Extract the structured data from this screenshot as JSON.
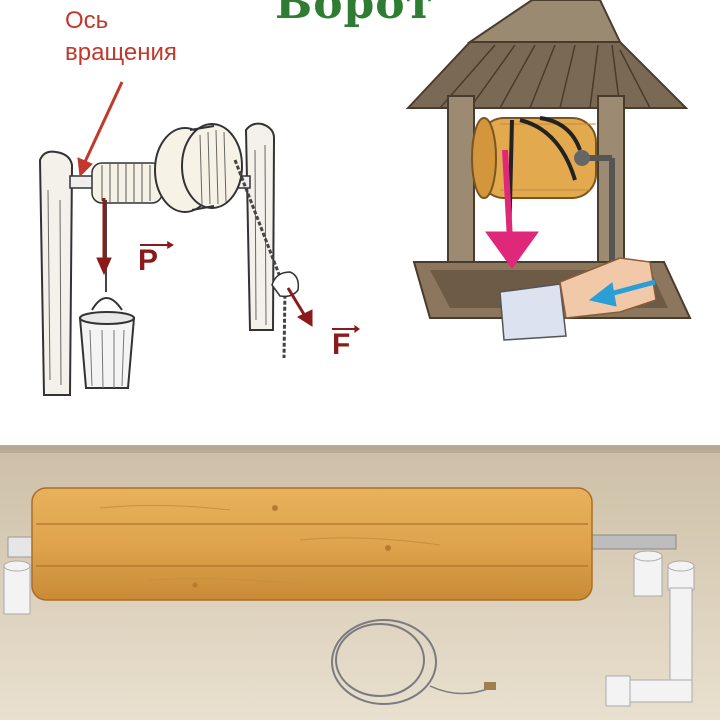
{
  "title": "Ворот",
  "axis_label": {
    "line1": "Ось",
    "line2": "вращения"
  },
  "force_labels": {
    "p": "P",
    "f": "F"
  },
  "icons": [
    "windlass-sketch",
    "well-illustration",
    "wooden-drum-photo"
  ],
  "colors": {
    "axis_label": "#c0392b",
    "force_arrow": "#8b1a1a",
    "title": "#2e7d32",
    "wood": "#e2a94f"
  }
}
